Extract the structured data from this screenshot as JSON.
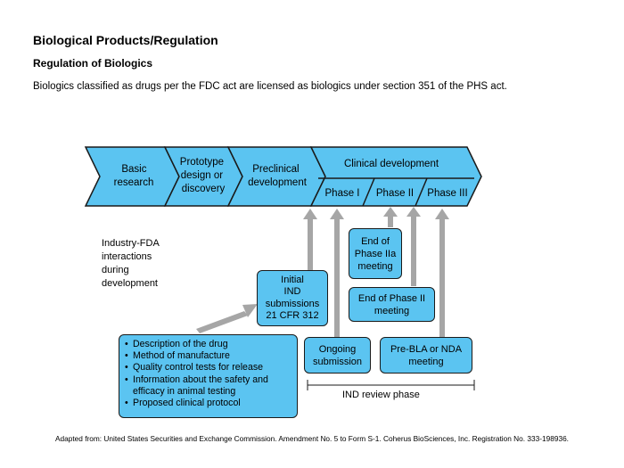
{
  "header": {
    "title": "Biological Products/Regulation",
    "subtitle": "Regulation of Biologics",
    "description": "Biologics classified as drugs per the FDC act are licensed as biologics under section 351 of the PHS act."
  },
  "pipeline": {
    "basic_research": [
      "Basic",
      "research"
    ],
    "prototype": [
      "Prototype",
      "design or",
      "discovery"
    ],
    "preclinical": [
      "Preclinical",
      "development"
    ],
    "clinical": "Clinical development",
    "phases": [
      "Phase I",
      "Phase II",
      "Phase III"
    ]
  },
  "interactions_label": [
    "Industry-FDA",
    "interactions",
    "during",
    "development"
  ],
  "boxes": {
    "initial_ind": [
      "Initial",
      "IND",
      "submissions",
      "21 CFR 312"
    ],
    "end_phase_2a": [
      "End of",
      "Phase IIa",
      "meeting"
    ],
    "end_phase_2": [
      "End of Phase II",
      "meeting"
    ],
    "ongoing": [
      "Ongoing",
      "submission"
    ],
    "pre_bla": [
      "Pre-BLA or NDA",
      "meeting"
    ]
  },
  "submission_items": [
    [
      "Description of the drug"
    ],
    [
      "Method of manufacture"
    ],
    [
      "Quality control tests for release"
    ],
    [
      "Information about the safety and",
      "efficacy in animal testing"
    ],
    [
      "Proposed clinical protocol"
    ]
  ],
  "review_phase_label": "IND review phase",
  "footer": "Adapted from: United States Securities and Exchange Commission. Amendment No. 5 to Form S-1. Coherus BioSciences, Inc. Registration No. 333-198936.",
  "colors": {
    "fill": "#5bc4f1",
    "outline": "#1a1a1a",
    "arrow": "#a6a6a6"
  }
}
